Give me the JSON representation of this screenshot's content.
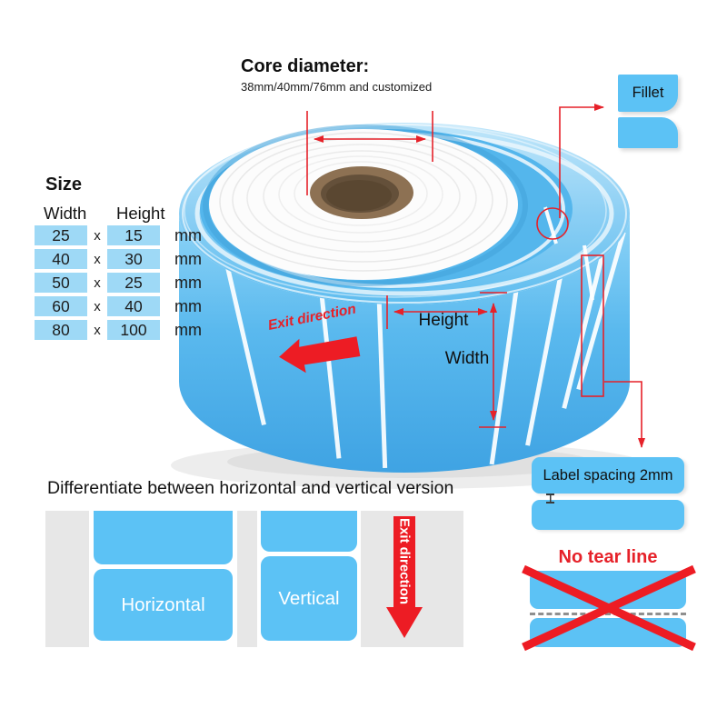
{
  "colors": {
    "annotation_red": "#e62129",
    "arrow_red": "#ed1c24",
    "label_blue": "#5cc2f5",
    "table_cell_blue": "#9ed9f6",
    "panel_gray": "#e7e7e7",
    "core_brown": "#8d7153"
  },
  "core_annotation": {
    "title": "Core diameter:",
    "subtitle": "38mm/40mm/76mm and customized"
  },
  "size_table": {
    "title": "Size",
    "col_width": "Width",
    "col_height": "Height",
    "separator": "x",
    "unit": "mm",
    "rows": [
      {
        "width": "25",
        "height": "15"
      },
      {
        "width": "40",
        "height": "30"
      },
      {
        "width": "50",
        "height": "25"
      },
      {
        "width": "60",
        "height": "40"
      },
      {
        "width": "80",
        "height": "100"
      }
    ]
  },
  "roll": {
    "exit_direction": "Exit direction",
    "height_label": "Height",
    "width_label": "Width"
  },
  "fillet_callout": {
    "label": "Fillet"
  },
  "spacing_callout": {
    "label": "Label spacing 2mm"
  },
  "no_tear_callout": {
    "title": "No tear line"
  },
  "orientation_section": {
    "title": "Differentiate between horizontal and vertical version",
    "horizontal_label": "Horizontal",
    "vertical_label": "Vertical",
    "exit_direction": "Exit direction"
  }
}
